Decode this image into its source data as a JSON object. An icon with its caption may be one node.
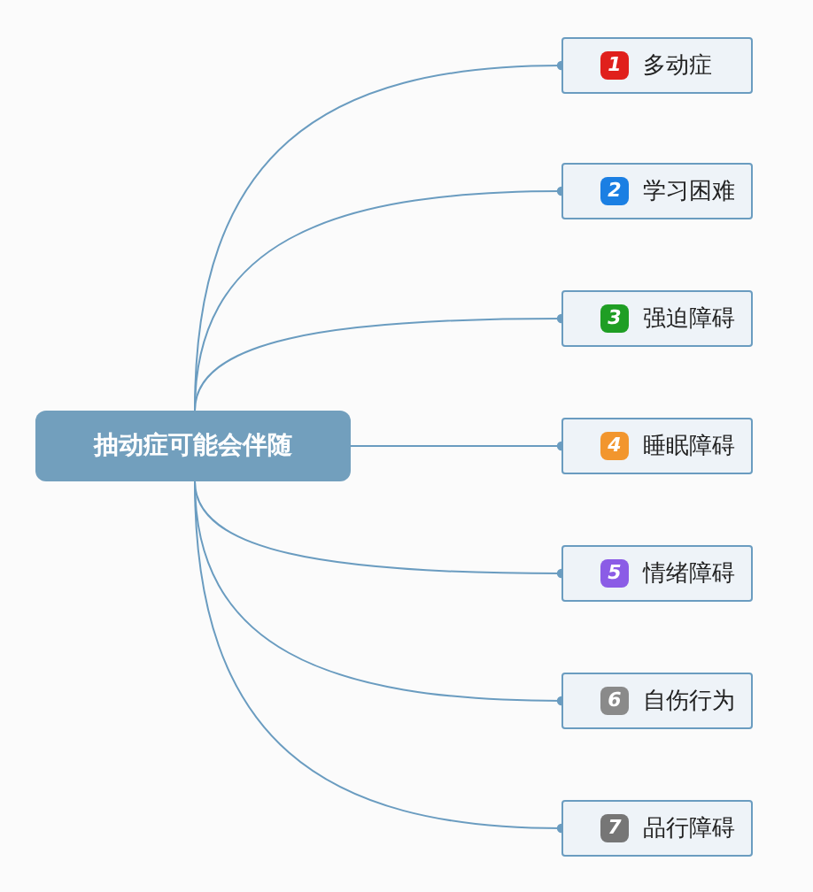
{
  "diagram": {
    "nodes": [
      {
        "text": [
          "抽动症可能会伴随"
        ]
      },
      {
        "text": [
          "1",
          "多动症"
        ]
      },
      {
        "text": [
          "2",
          "学习困难"
        ]
      },
      {
        "text": [
          "3",
          "强迫障碍"
        ]
      },
      {
        "text": [
          "4",
          "睡眠障碍"
        ]
      },
      {
        "text": [
          "5",
          "情绪障碍"
        ]
      },
      {
        "text": [
          "6",
          "自伤行为"
        ]
      },
      {
        "text": [
          "7",
          "品行障碍"
        ]
      }
    ],
    "edges": [
      {
        "from": 0,
        "to": 1,
        "arrow": "other"
      },
      {
        "from": 0,
        "to": 2,
        "arrow": "other"
      },
      {
        "from": 0,
        "to": 3,
        "arrow": "other"
      },
      {
        "from": 0,
        "to": 4,
        "arrow": "other"
      },
      {
        "from": 0,
        "to": 5,
        "arrow": "other"
      },
      {
        "from": 0,
        "to": 6,
        "arrow": "other"
      },
      {
        "from": 0,
        "to": 7,
        "arrow": "other"
      }
    ]
  }
}
